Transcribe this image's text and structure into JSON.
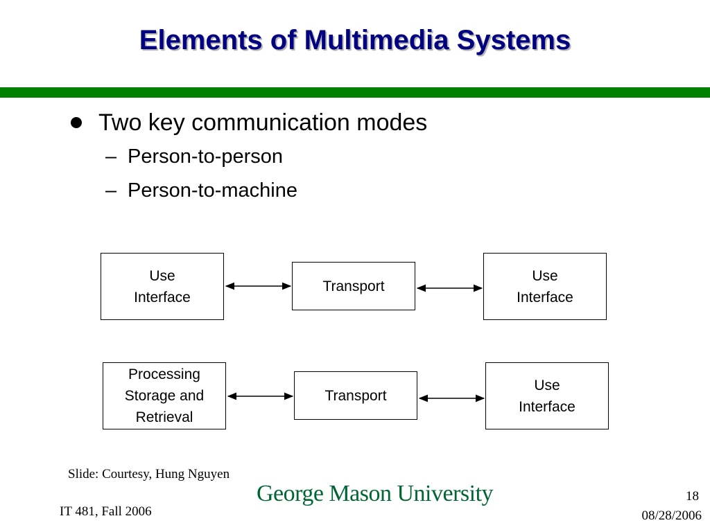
{
  "slide": {
    "title": "Elements of Multimedia Systems",
    "bullet": "Two key communication modes",
    "sub_items": [
      "Person-to-person",
      "Person-to-machine"
    ]
  },
  "diagram": {
    "row1": {
      "left": "Use\nInterface",
      "middle": "Transport",
      "right": "Use\nInterface"
    },
    "row2": {
      "left": "Processing\nStorage and\nRetrieval",
      "middle": "Transport",
      "right": "Use\nInterface"
    }
  },
  "footer": {
    "courtesy": "Slide: Courtesy, Hung Nguyen",
    "logo_text": "George Mason University",
    "course": "IT 481, Fall 2006",
    "page_number": "18",
    "date": "08/28/2006"
  },
  "colors": {
    "title": "#000080",
    "rule": "#008000",
    "logo": "#006633"
  }
}
